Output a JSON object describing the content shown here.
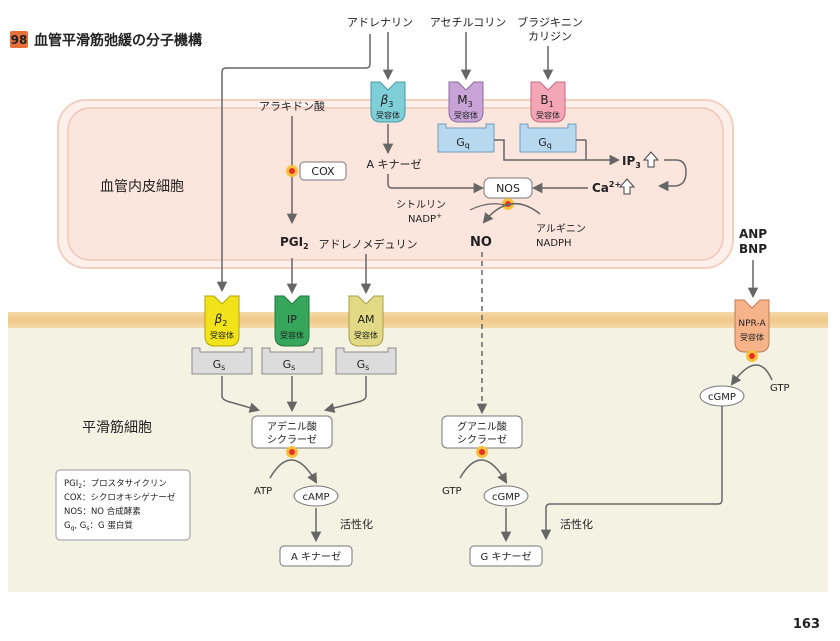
{
  "title": {
    "number": "98",
    "text": "血管平滑筋弛緩の分子機構"
  },
  "page_number": "163",
  "regions": {
    "endothelial": "血管内皮細胞",
    "smooth_muscle": "平滑筋細胞"
  },
  "ligands": {
    "adrenaline": "アドレナリン",
    "acetylcholine": "アセチルコリン",
    "bradykinin_1": "ブラジキニン",
    "bradykinin_2": "カリジン",
    "arachidonic": "アラキドン酸",
    "adrenomedullin": "アドレノメデュリン",
    "anp": "ANP",
    "bnp": "BNP"
  },
  "receptors": {
    "beta3": {
      "main": "β",
      "sub": "3",
      "label": "受容体"
    },
    "m3": {
      "main": "M",
      "sub": "3",
      "label": "受容体"
    },
    "b1": {
      "main": "B",
      "sub": "1",
      "label": "受容体"
    },
    "beta2": {
      "main": "β",
      "sub": "2",
      "label": "受容体"
    },
    "ip": {
      "main": "IP",
      "label": "受容体"
    },
    "am": {
      "main": "AM",
      "label": "受容体"
    },
    "npra": {
      "main": "NPR-A",
      "label": "受容体"
    }
  },
  "gproteins": {
    "gq_main": "G",
    "gq_sub": "q",
    "gs_main": "G",
    "gs_sub": "s"
  },
  "endo": {
    "a_kinase": "A キナーゼ",
    "cox": "COX",
    "pgi2_main": "PGI",
    "pgi2_sub": "2",
    "nos": "NOS",
    "ip3_main": "IP",
    "ip3_sub": "3",
    "ca_main": "Ca",
    "ca_sup": "2+",
    "citrulline": "シトルリン",
    "nadp_main": "NADP",
    "nadp_sup": "+",
    "arginine": "アルギニン",
    "nadph": "NADPH",
    "no": "NO"
  },
  "smooth": {
    "adenylyl_1": "アデニル酸",
    "adenylyl_2": "シクラーゼ",
    "guanylyl_1": "グアニル酸",
    "guanylyl_2": "シクラーゼ",
    "atp": "ATP",
    "camp": "cAMP",
    "gtp_left": "GTP",
    "cgmp_mid": "cGMP",
    "cgmp_right": "cGMP",
    "gtp_right": "GTP",
    "activation_left": "活性化",
    "activation_right": "活性化",
    "a_kinase": "A キナーゼ",
    "g_kinase": "G キナーゼ"
  },
  "legend": [
    {
      "abbr": "PGI",
      "sub": "2",
      "desc": "：プロスタサイクリン"
    },
    {
      "abbr": "COX",
      "sub": "",
      "desc": "：シクロオキシゲナーゼ"
    },
    {
      "abbr": "NOS",
      "sub": "",
      "desc": "：NO 合成酵素"
    },
    {
      "abbr": "G",
      "sub": "q",
      "abbr2": ", G",
      "sub2": "s",
      "desc": "：G 蛋白質"
    }
  ],
  "colors": {
    "beta3": "#7ecfd8",
    "m3": "#c7a3d6",
    "b1": "#f4a6b6",
    "beta2": "#f2e21a",
    "ip": "#36a65a",
    "am": "#e2d985",
    "npra": "#f6b38a",
    "gprotein_blue": "#b7d8ef",
    "gprotein_gray": "#dcdcdc",
    "endothelial_bg": "#fbe8e0",
    "smooth_bg": "#f3f2e3",
    "title_badge": "#e8703a"
  }
}
